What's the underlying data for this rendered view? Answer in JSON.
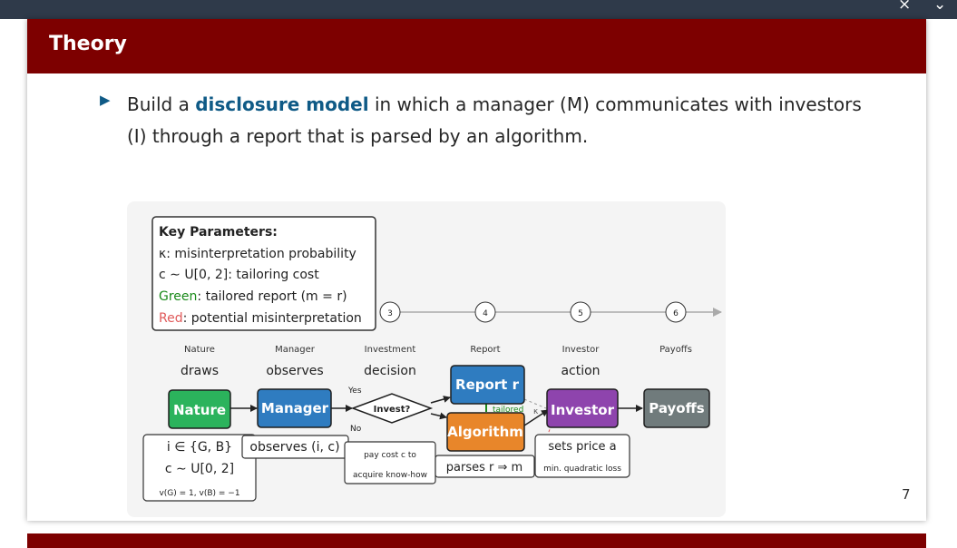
{
  "window": {
    "close_icon": "×",
    "chevron_icon": "⌄"
  },
  "slide": {
    "title": "Theory",
    "bullet_pre": "Build a",
    "bullet_bold": "disclosure model",
    "bullet_post": "in which a manager (M) communicates with investors (I) through a report that is parsed by an algorithm.",
    "page_number": "7"
  },
  "diagram": {
    "key": {
      "title": "Key Parameters:",
      "kappa": "κ: misinterpretation probability",
      "cost": "c ∼ U[0, 2]: tailoring cost",
      "green_label": "Green",
      "green_text": ": tailored report (m = r)",
      "red_label": "Red",
      "red_text": ": potential misinterpretation"
    },
    "timeline": [
      "3",
      "4",
      "5",
      "6"
    ],
    "stages": [
      {
        "top": "Nature",
        "bottom": "draws"
      },
      {
        "top": "Manager",
        "bottom": "observes"
      },
      {
        "top": "Investment",
        "bottom": "decision"
      },
      {
        "top": "Report",
        "bottom": ""
      },
      {
        "top": "Investor",
        "bottom": "action"
      },
      {
        "top": "Payoffs",
        "bottom": ""
      }
    ],
    "nodes": {
      "nature": "Nature",
      "manager": "Manager",
      "invest": "Invest?",
      "report": "Report r",
      "algorithm": "Algorithm",
      "investor": "Investor",
      "payoffs": "Payoffs"
    },
    "edge_labels": {
      "yes": "Yes",
      "no": "No",
      "tailored": "tailored",
      "kappa": "κ"
    },
    "notes": {
      "nature_1": "i ∈ {G, B}",
      "nature_2": "c ∼ U[0, 2]",
      "nature_3": "v(G) = 1, v(B) = −1",
      "manager": "observes (i, c)",
      "invest_1": "pay cost c to",
      "invest_2": "acquire know-how",
      "algorithm": "parses r ⇒ m",
      "investor_1": "sets price a",
      "investor_2": "min. quadratic loss"
    },
    "colors": {
      "nature": "#2bb35c",
      "manager": "#2f7cc0",
      "report": "#2f7cc0",
      "algorithm": "#e8862a",
      "investor": "#8e44ad",
      "payoffs": "#707b7c",
      "green": "#1a8a1a",
      "red": "#e05a5a"
    }
  }
}
